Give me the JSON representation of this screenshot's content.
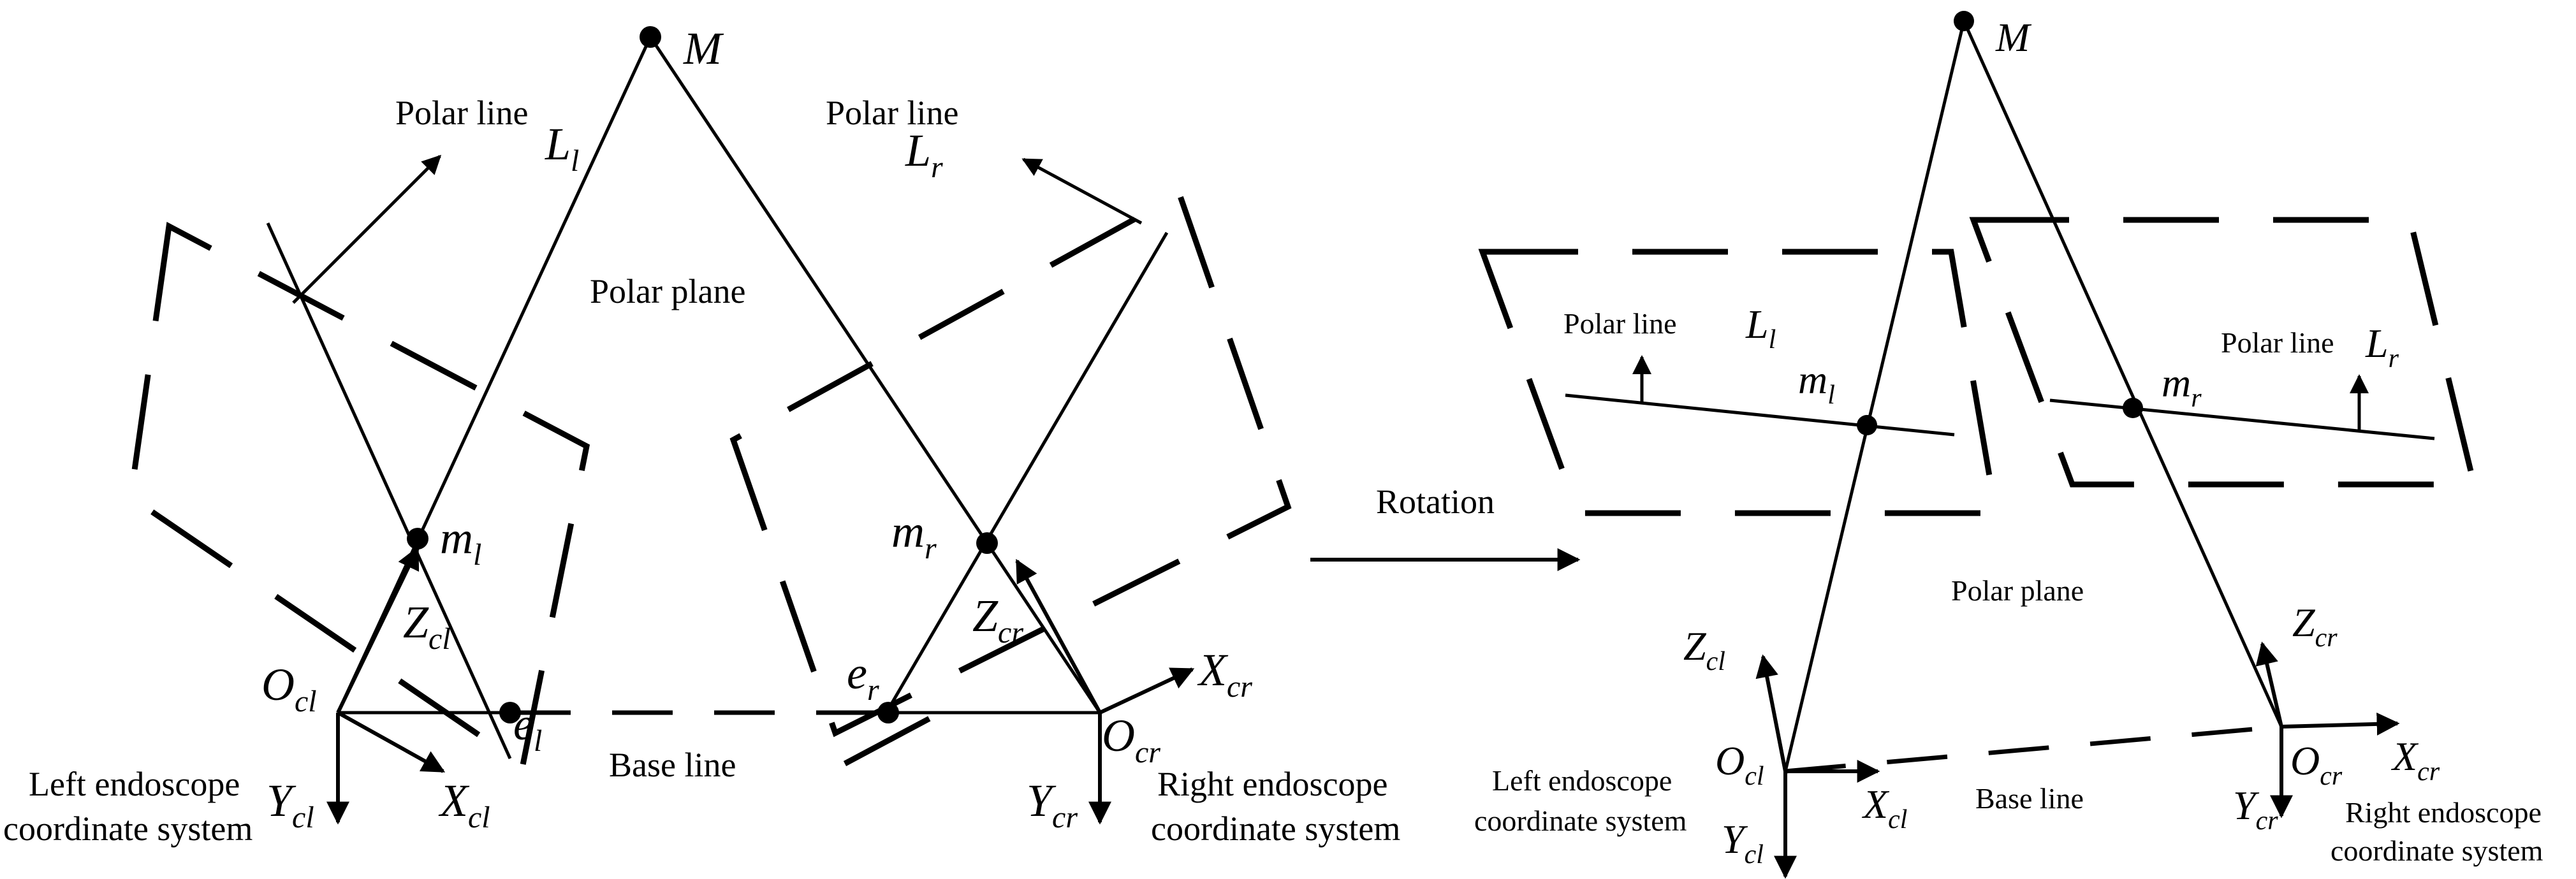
{
  "left": {
    "point_M": "M",
    "polar_line_left": "Polar line",
    "L_left_main": "L",
    "L_left_sub": "l",
    "polar_line_right": "Polar line",
    "L_right_main": "L",
    "L_right_sub": "r",
    "polar_plane": "Polar plane",
    "m_left_main": "m",
    "m_left_sub": "l",
    "m_right_main": "m",
    "m_right_sub": "r",
    "Z_cl_main": "Z",
    "Z_cl_sub": "cl",
    "Z_cr_main": "Z",
    "Z_cr_sub": "cr",
    "O_cl_main": "O",
    "O_cl_sub": "cl",
    "O_cr_main": "O",
    "O_cr_sub": "cr",
    "e_l_main": "e",
    "e_l_sub": "l",
    "e_r_main": "e",
    "e_r_sub": "r",
    "X_cl_main": "X",
    "X_cl_sub": "cl",
    "X_cr_main": "X",
    "X_cr_sub": "cr",
    "Y_cl_main": "Y",
    "Y_cl_sub": "cl",
    "Y_cr_main": "Y",
    "Y_cr_sub": "cr",
    "base_line": "Base line",
    "left_system_1": "Left endoscope",
    "left_system_2": "coordinate system",
    "right_system_1": "Right endoscope",
    "right_system_2": "coordinate system"
  },
  "rotation": "Rotation",
  "right": {
    "point_M": "M",
    "polar_line_left": "Polar line",
    "L_left_main": "L",
    "L_left_sub": "l",
    "polar_line_right": "Polar line",
    "L_right_main": "L",
    "L_right_sub": "r",
    "m_left_main": "m",
    "m_left_sub": "l",
    "m_right_main": "m",
    "m_right_sub": "r",
    "polar_plane": "Polar plane",
    "Z_cl_main": "Z",
    "Z_cl_sub": "cl",
    "Z_cr_main": "Z",
    "Z_cr_sub": "cr",
    "O_cl_main": "O",
    "O_cl_sub": "cl",
    "O_cr_main": "O",
    "O_cr_sub": "cr",
    "X_cl_main": "X",
    "X_cl_sub": "cl",
    "X_cr_main": "X",
    "X_cr_sub": "cr",
    "Y_cl_main": "Y",
    "Y_cl_sub": "cl",
    "Y_cr_main": "Y",
    "Y_cr_sub": "cr",
    "base_line": "Base line",
    "left_system_1": "Left endoscope",
    "left_system_2": "coordinate system",
    "right_system_1": "Right endoscope",
    "right_system_2": "coordinate system"
  },
  "colors": {
    "ink": "#000000",
    "background": "#ffffff"
  }
}
